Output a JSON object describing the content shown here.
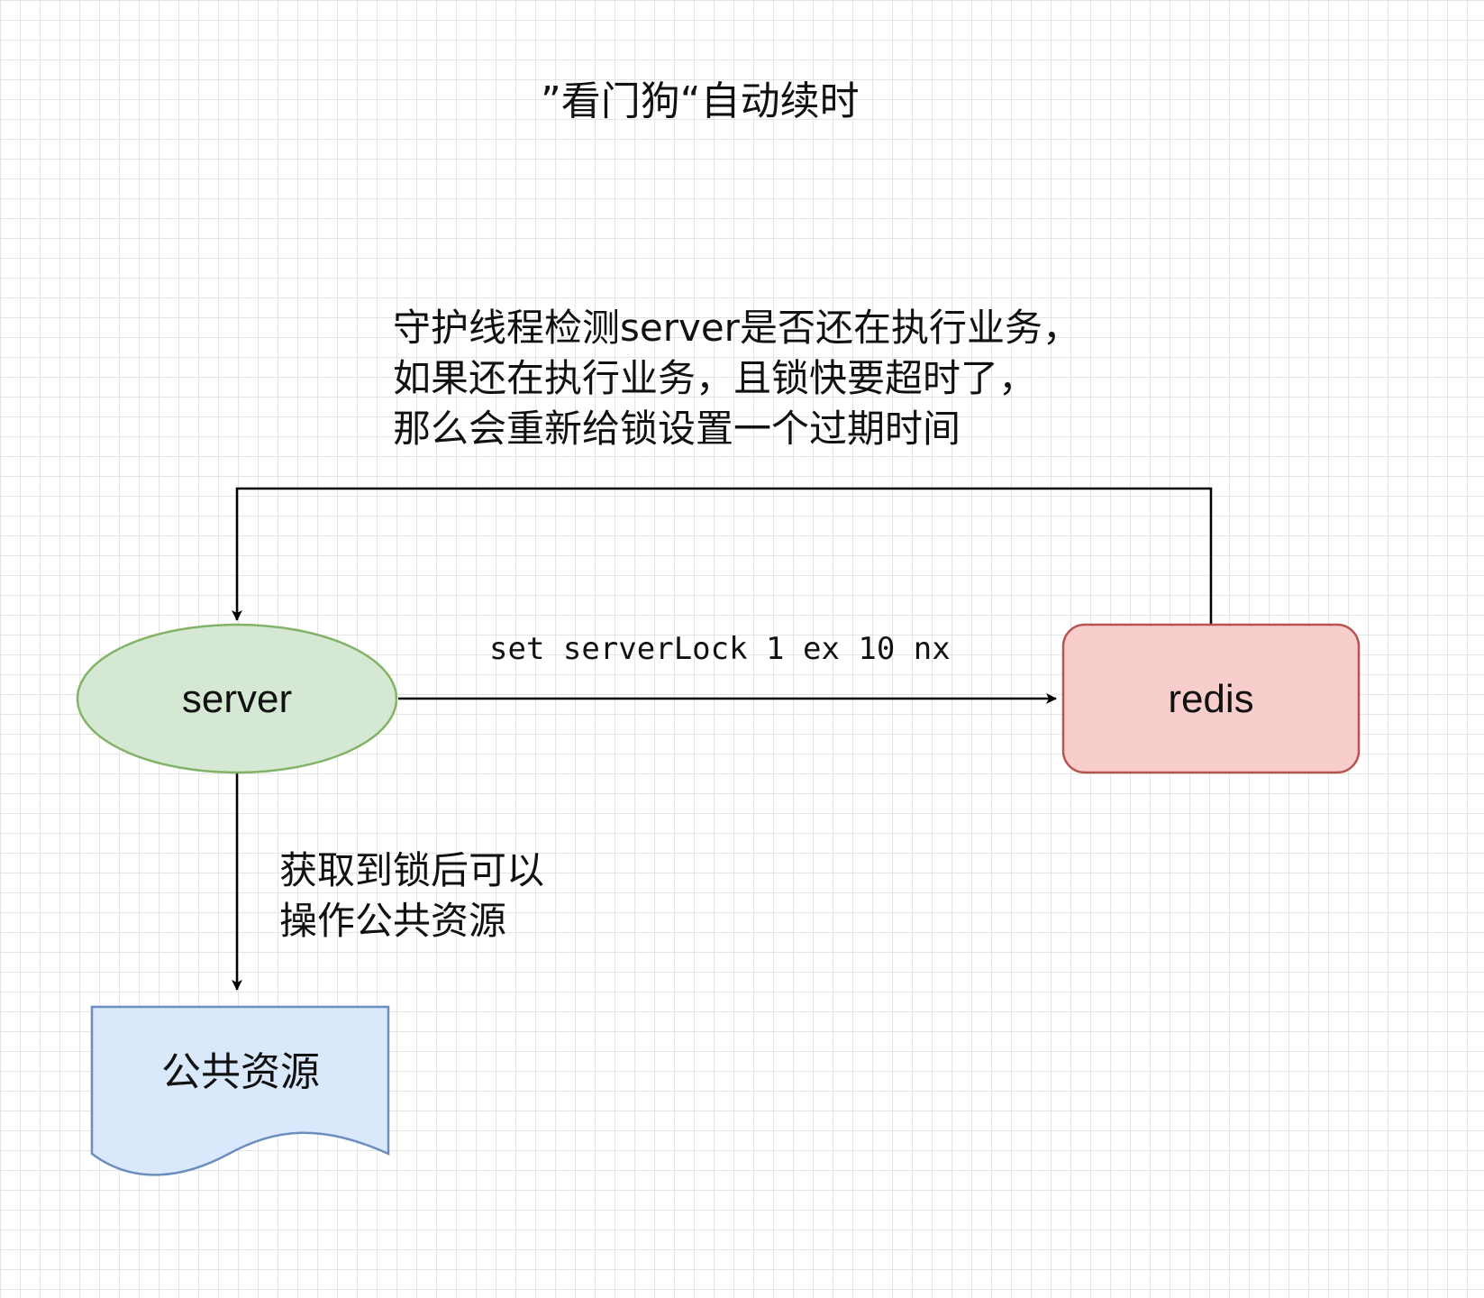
{
  "title": "”看门狗“自动续时",
  "annotations": {
    "watchdog_note": "守护线程检测server是否还在执行业务，\n如果还在执行业务，且锁快要超时了，\n那么会重新给锁设置一个过期时间",
    "acquire_note": "获取到锁后可以\n操作公共资源"
  },
  "edges": {
    "server_to_redis_label": "set serverLock 1 ex 10 nx"
  },
  "nodes": {
    "server": {
      "label": "server",
      "shape": "ellipse",
      "fill": "#d5e8d4",
      "stroke": "#82b366"
    },
    "redis": {
      "label": "redis",
      "shape": "rounded-rectangle",
      "fill": "#f8cecc",
      "stroke": "#b85450"
    },
    "resource": {
      "label": "公共资源",
      "shape": "document",
      "fill": "#dae8fc",
      "stroke": "#6c8ebf"
    }
  },
  "colors": {
    "line": "#000000",
    "grid": "#e4e4e4",
    "background": "#ffffff"
  }
}
